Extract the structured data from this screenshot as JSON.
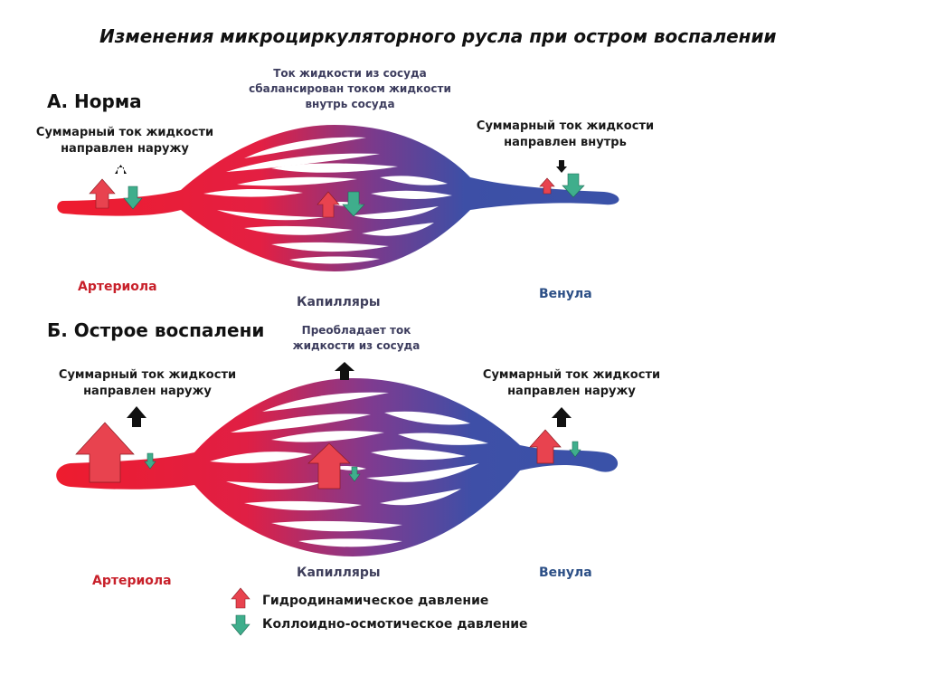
{
  "title": "Изменения микроциркуляторного русла при остром воспалении",
  "normal": {
    "heading": "А. Норма",
    "left_note": [
      "Суммарный ток жидкости",
      "направлен наружу"
    ],
    "top_note": [
      "Ток жидкости из сосуда",
      "сбалансирован током жидкости",
      "внутрь сосуда"
    ],
    "right_note": [
      "Суммарный ток жидкости",
      "направлен внутрь"
    ],
    "arteriole": "Артериола",
    "capillaries": "Капилляры",
    "venule": "Венула"
  },
  "inflamed": {
    "heading": "Б. Острое воспалени",
    "top_note": [
      "Преобладает ток",
      "жидкости из сосуда"
    ],
    "left_note": [
      "Суммарный ток жидкости",
      "направлен наружу"
    ],
    "right_note": [
      "Суммарный ток жидкости",
      "направлен наружу"
    ],
    "arteriole": "Артериола",
    "capillaries": "Капилляры",
    "venule": "Венула"
  },
  "legend": {
    "hydro": "Гидродинамическое давление",
    "colloid": "Коллоидно-осмотическое  давление"
  },
  "colors": {
    "arterial": "#ee1c2e",
    "venous": "#3a52a8",
    "hydro_arrow": "#e8434f",
    "colloid_arrow": "#3fae8c",
    "net_arrow": "#111111"
  }
}
